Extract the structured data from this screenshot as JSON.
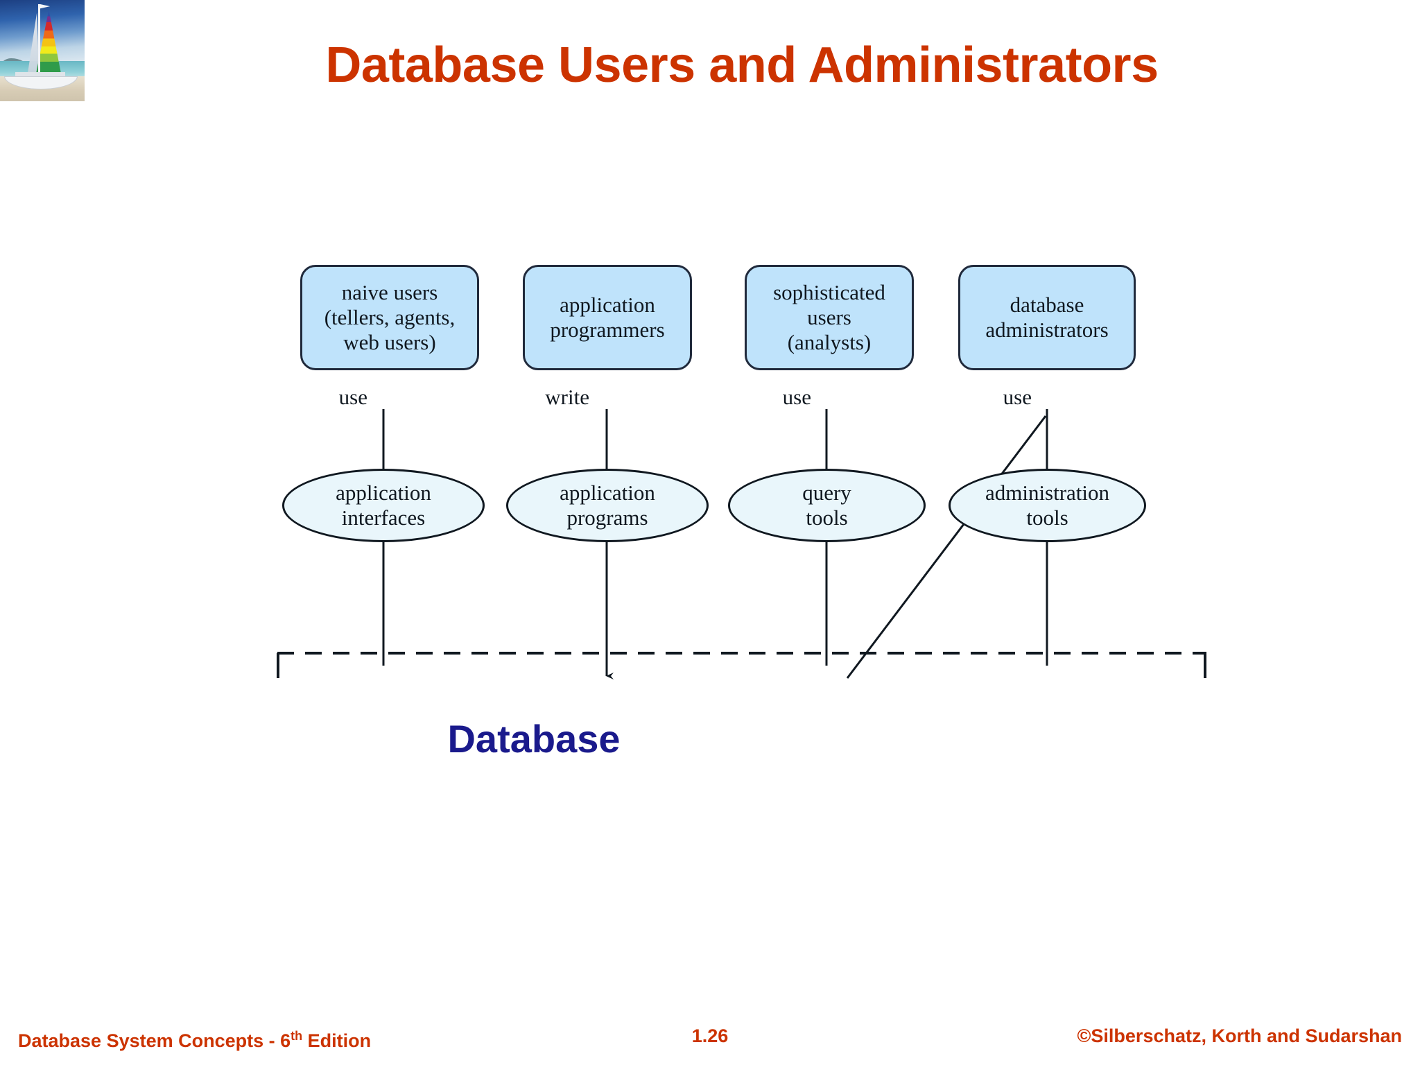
{
  "slide": {
    "title": "Database Users and Administrators",
    "title_color": "#cc3300",
    "background_color": "#ffffff",
    "logo_alt": "sailboat-photo"
  },
  "diagram": {
    "database_label": "Database",
    "database_label_color": "#1a1a8c",
    "box_fill": "#bfe3fb",
    "ellipse_fill": "#e9f6fb",
    "stroke": "#101820",
    "columns": [
      {
        "actor_line1": "naive users",
        "actor_line2": "(tellers, agents,",
        "actor_line3": "web users)",
        "edge_label": "use",
        "tool_line1": "application",
        "tool_line2": "interfaces"
      },
      {
        "actor_line1": "application",
        "actor_line2": "programmers",
        "actor_line3": "",
        "edge_label": "write",
        "tool_line1": "application",
        "tool_line2": "programs"
      },
      {
        "actor_line1": "sophisticated",
        "actor_line2": "users",
        "actor_line3": "(analysts)",
        "edge_label": "use",
        "tool_line1": "query",
        "tool_line2": "tools"
      },
      {
        "actor_line1": "database",
        "actor_line2": "administrators",
        "actor_line3": "",
        "edge_label": "use",
        "tool_line1": "administration",
        "tool_line2": "tools"
      }
    ]
  },
  "footer": {
    "left": "Database System Concepts - 6",
    "left_sup": "th",
    "left_tail": " Edition",
    "slide_number": "1.26",
    "right": "©Silberschatz, Korth and Sudarshan",
    "color": "#cc3300"
  }
}
